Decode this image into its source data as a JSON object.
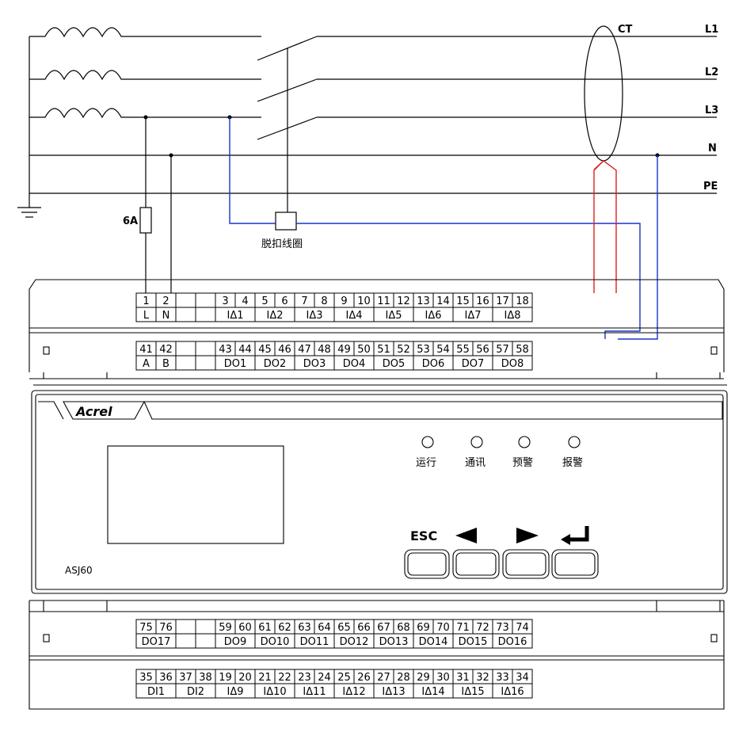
{
  "lines": {
    "l1": "L1",
    "l2": "L2",
    "l3": "L3",
    "n": "N",
    "pe": "PE",
    "ct": "CT",
    "fuse": "6A",
    "coil": "脱扣线圈"
  },
  "device": {
    "model": "ASJ60",
    "brand": "Acrel",
    "indicators": [
      "运行",
      "通讯",
      "预警",
      "报警"
    ],
    "esc": "ESC",
    "button_icons": [
      "esc-button",
      "left-arrow-button",
      "right-arrow-button",
      "enter-button"
    ]
  },
  "rows": {
    "top1_nums": [
      "1",
      "2",
      "",
      "",
      "3",
      "4",
      "5",
      "6",
      "7",
      "8",
      "9",
      "10",
      "11",
      "12",
      "13",
      "14",
      "15",
      "16",
      "17",
      "18"
    ],
    "top1_labels": [
      "L",
      "N",
      "",
      "",
      "IΔ1",
      "IΔ2",
      "IΔ3",
      "IΔ4",
      "IΔ5",
      "IΔ6",
      "IΔ7",
      "IΔ8"
    ],
    "top2_nums": [
      "41",
      "42",
      "",
      "",
      "43",
      "44",
      "45",
      "46",
      "47",
      "48",
      "49",
      "50",
      "51",
      "52",
      "53",
      "54",
      "55",
      "56",
      "57",
      "58"
    ],
    "top2_labels": [
      "A",
      "B",
      "",
      "",
      "DO1",
      "DO2",
      "DO3",
      "DO4",
      "DO5",
      "DO6",
      "DO7",
      "DO8"
    ],
    "bot1_nums": [
      "75",
      "76",
      "",
      "",
      "59",
      "60",
      "61",
      "62",
      "63",
      "64",
      "65",
      "66",
      "67",
      "68",
      "69",
      "70",
      "71",
      "72",
      "73",
      "74"
    ],
    "bot1_labels": [
      "DO17",
      "",
      "",
      "DO9",
      "DO10",
      "DO11",
      "DO12",
      "DO13",
      "DO14",
      "DO15",
      "DO16"
    ],
    "bot2_nums": [
      "35",
      "36",
      "37",
      "38",
      "19",
      "20",
      "21",
      "22",
      "23",
      "24",
      "25",
      "26",
      "27",
      "28",
      "29",
      "30",
      "31",
      "32",
      "33",
      "34"
    ],
    "bot2_labels": [
      "DI1",
      "DI2",
      "IΔ9",
      "IΔ10",
      "IΔ11",
      "IΔ12",
      "IΔ13",
      "IΔ14",
      "IΔ15",
      "IΔ16"
    ]
  }
}
